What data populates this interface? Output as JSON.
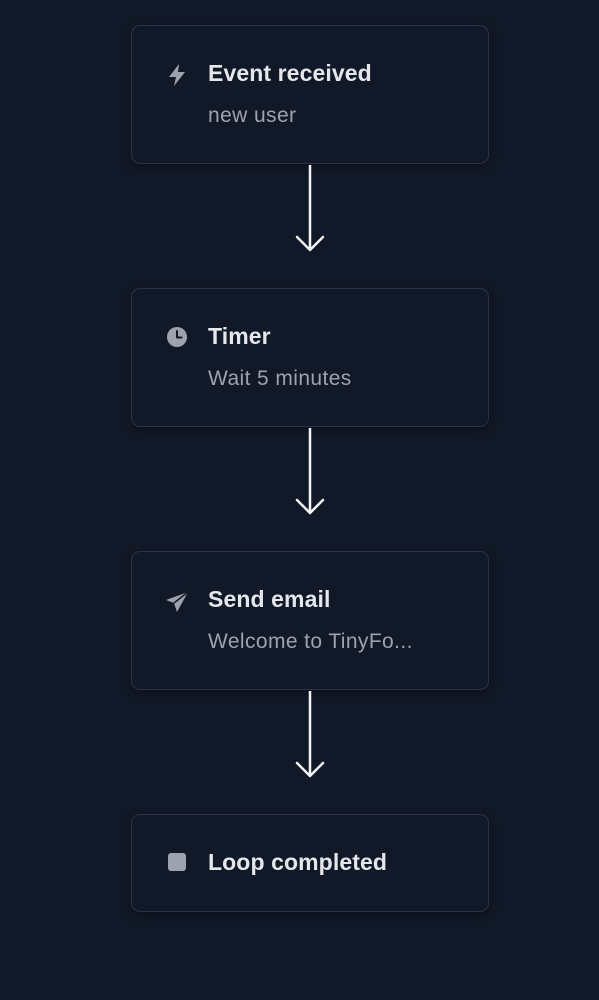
{
  "steps": [
    {
      "title": "Event received",
      "subtitle": "new user",
      "icon": "lightning-icon"
    },
    {
      "title": "Timer",
      "subtitle": "Wait 5 minutes",
      "icon": "clock-icon"
    },
    {
      "title": "Send email",
      "subtitle": "Welcome to TinyFo...",
      "icon": "send-icon"
    },
    {
      "title": "Loop completed",
      "subtitle": "",
      "icon": "stop-icon"
    }
  ],
  "colors": {
    "background": "#111827",
    "card_border": "#2b3446",
    "title": "#e5e7eb",
    "subtitle": "#9ca3af",
    "icon": "#9ca3af",
    "connector": "#f3f4f6"
  }
}
